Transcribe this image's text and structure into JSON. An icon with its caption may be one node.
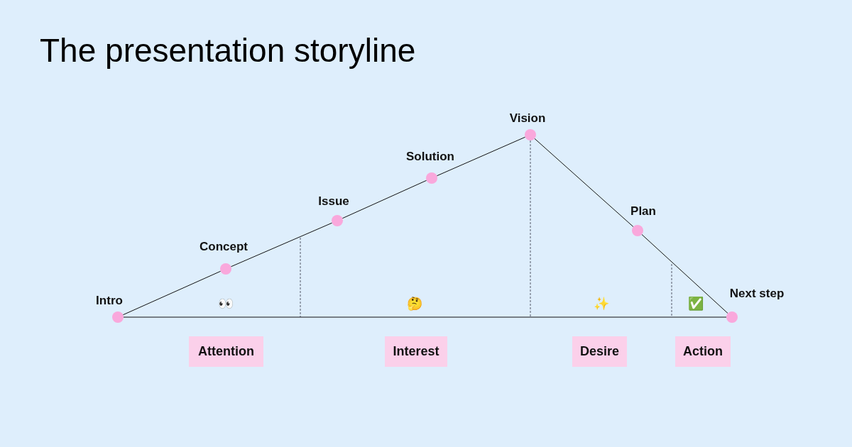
{
  "diagram": {
    "title": "The presentation storyline",
    "nodes": [
      {
        "text": [
          "Intro"
        ]
      },
      {
        "text": [
          "Concept"
        ]
      },
      {
        "text": [
          "Issue"
        ]
      },
      {
        "text": [
          "Solution"
        ]
      },
      {
        "text": [
          "Vision"
        ]
      },
      {
        "text": [
          "Plan"
        ]
      },
      {
        "text": [
          "Next step"
        ]
      },
      {
        "text": [
          "Attention"
        ]
      },
      {
        "text": [
          "Interest"
        ]
      },
      {
        "text": [
          "Desire"
        ]
      },
      {
        "text": [
          "Action"
        ]
      }
    ],
    "edges": [
      {
        "from": 0,
        "to": 1,
        "arrow": "none"
      },
      {
        "from": 1,
        "to": 2,
        "arrow": "none"
      },
      {
        "from": 2,
        "to": 3,
        "arrow": "none"
      },
      {
        "from": 3,
        "to": 4,
        "arrow": "none"
      },
      {
        "from": 4,
        "to": 5,
        "arrow": "none"
      },
      {
        "from": 5,
        "to": 6,
        "arrow": "none"
      },
      {
        "from": 0,
        "to": 6,
        "arrow": "none"
      },
      {
        "from": 4,
        "to": null,
        "arrow": "none",
        "style": "dashed"
      }
    ],
    "labels": [
      "👀",
      "🤔",
      "✨",
      "✅"
    ]
  }
}
